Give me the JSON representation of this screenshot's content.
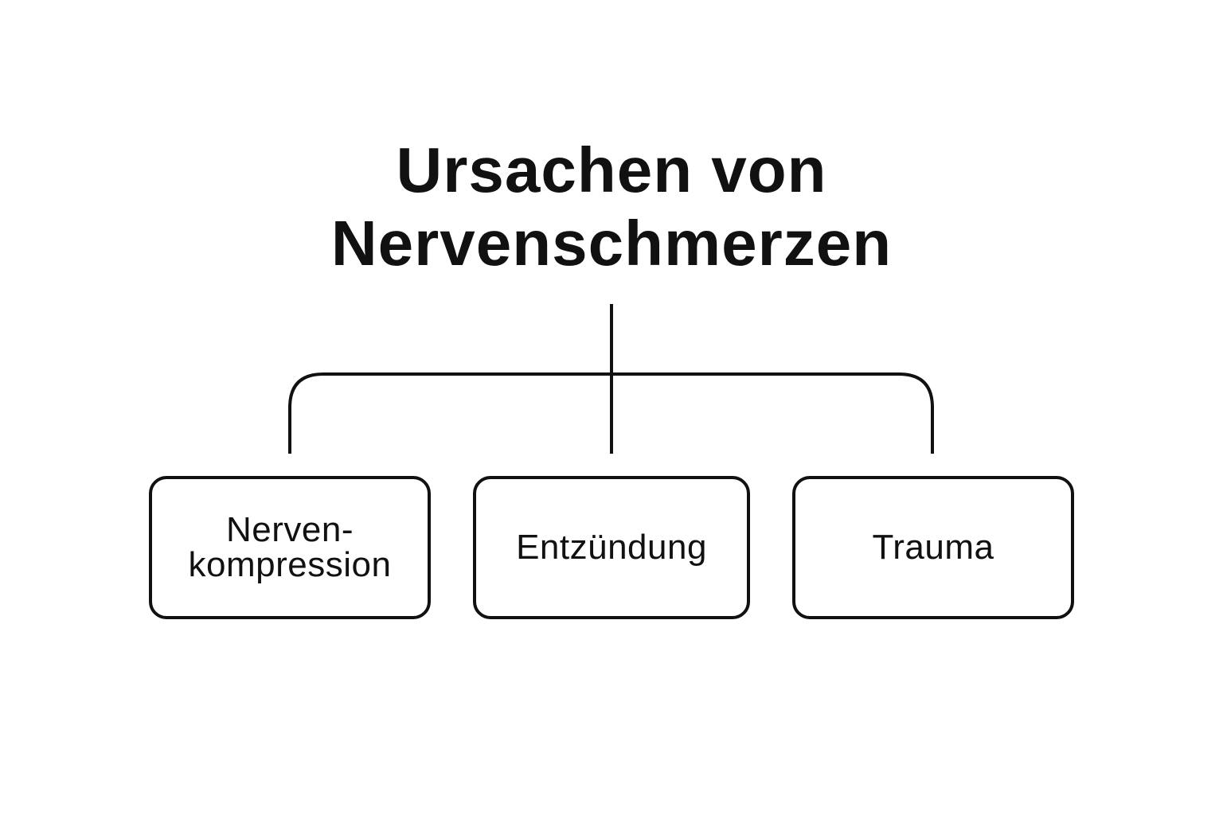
{
  "diagram": {
    "title_lines": [
      "Ursachen von",
      "Nervenschmerzen"
    ],
    "nodes": [
      {
        "id": "nervenkompression",
        "label_lines": [
          "Nerven-",
          "kompression"
        ]
      },
      {
        "id": "entzuendung",
        "label_lines": [
          "Entzündung"
        ]
      },
      {
        "id": "trauma",
        "label_lines": [
          "Trauma"
        ]
      }
    ],
    "edges": [
      {
        "from": "title",
        "to": "nervenkompression"
      },
      {
        "from": "title",
        "to": "entzuendung"
      },
      {
        "from": "title",
        "to": "trauma"
      }
    ],
    "colors": {
      "stroke": "#111111",
      "text": "#111111",
      "background": "#ffffff"
    }
  }
}
